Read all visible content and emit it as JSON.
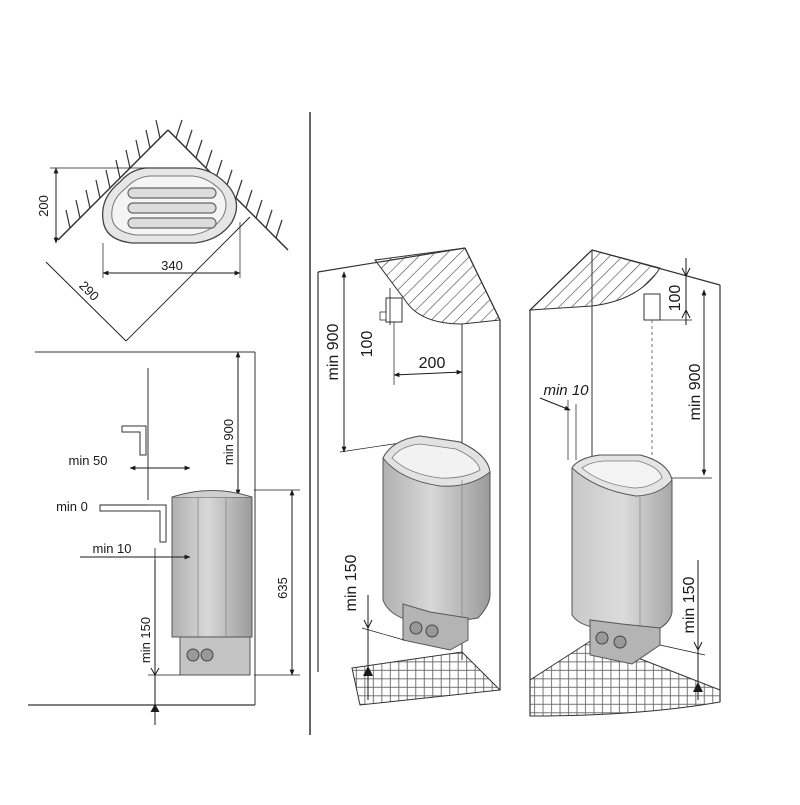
{
  "top_view": {
    "width_label": "340",
    "depth_label": "200",
    "diagonal_label": "290"
  },
  "side_view": {
    "min_900_label": "min 900",
    "min_50_label": "min 50",
    "min_0_label": "min 0",
    "min_10_label": "min 10",
    "height_label": "635",
    "min_150_label": "min 150"
  },
  "corner_view": {
    "min_900_label": "min 900",
    "dist_100_label": "100",
    "dist_200_label": "200",
    "min_150_label": "min 150"
  },
  "wall_view": {
    "min_10_label": "min 10",
    "dist_100_label": "100",
    "min_900_label": "min 900",
    "min_150_label": "min 150"
  }
}
